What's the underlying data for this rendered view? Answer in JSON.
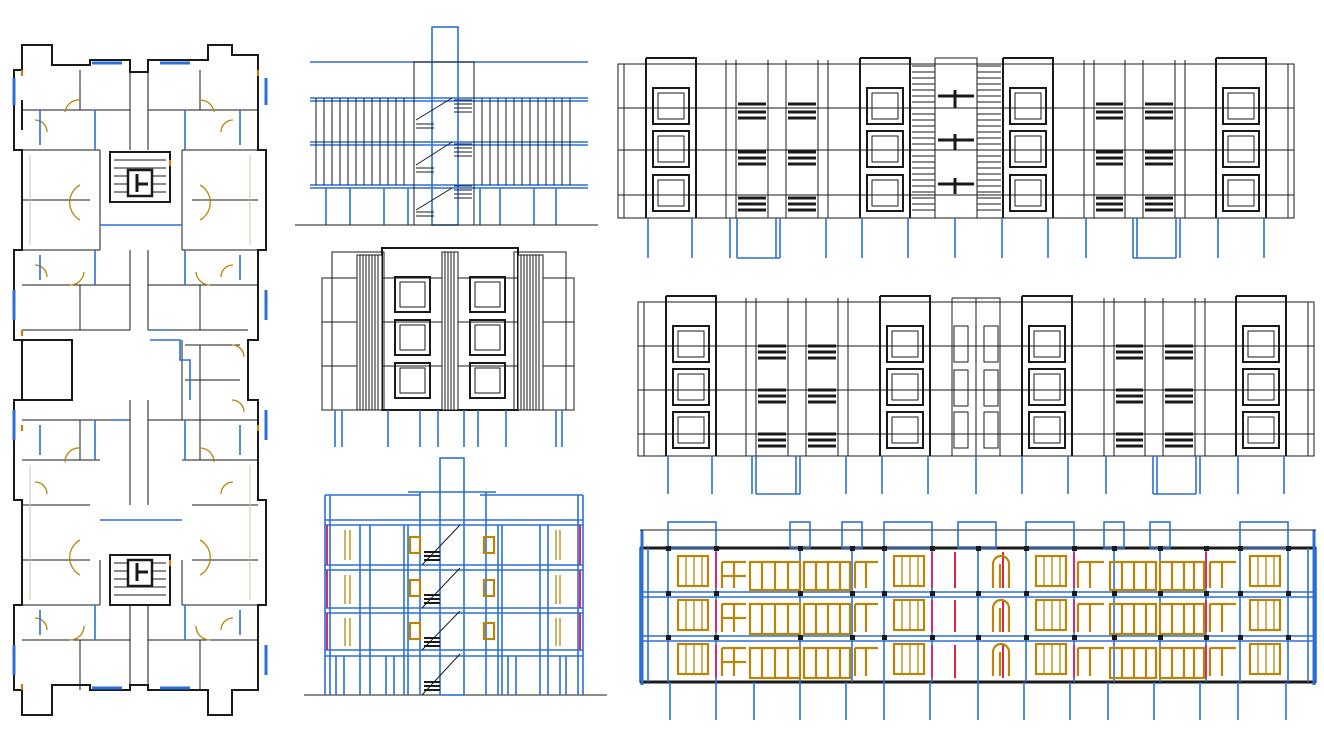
{
  "colors": {
    "line": "#1a1a1a",
    "glass_and_columns": "#2b6fd6",
    "doors": "#b8860b",
    "section_walls": "#d6287a",
    "background": "#ffffff"
  },
  "drawing_sheet": {
    "views": [
      {
        "kind": "floor-plan"
      },
      {
        "kind": "side-elevation-with-stair"
      },
      {
        "kind": "side-elevation"
      },
      {
        "kind": "cross-section"
      },
      {
        "kind": "front-elevation"
      },
      {
        "kind": "rear-elevation"
      },
      {
        "kind": "longitudinal-section"
      }
    ]
  }
}
